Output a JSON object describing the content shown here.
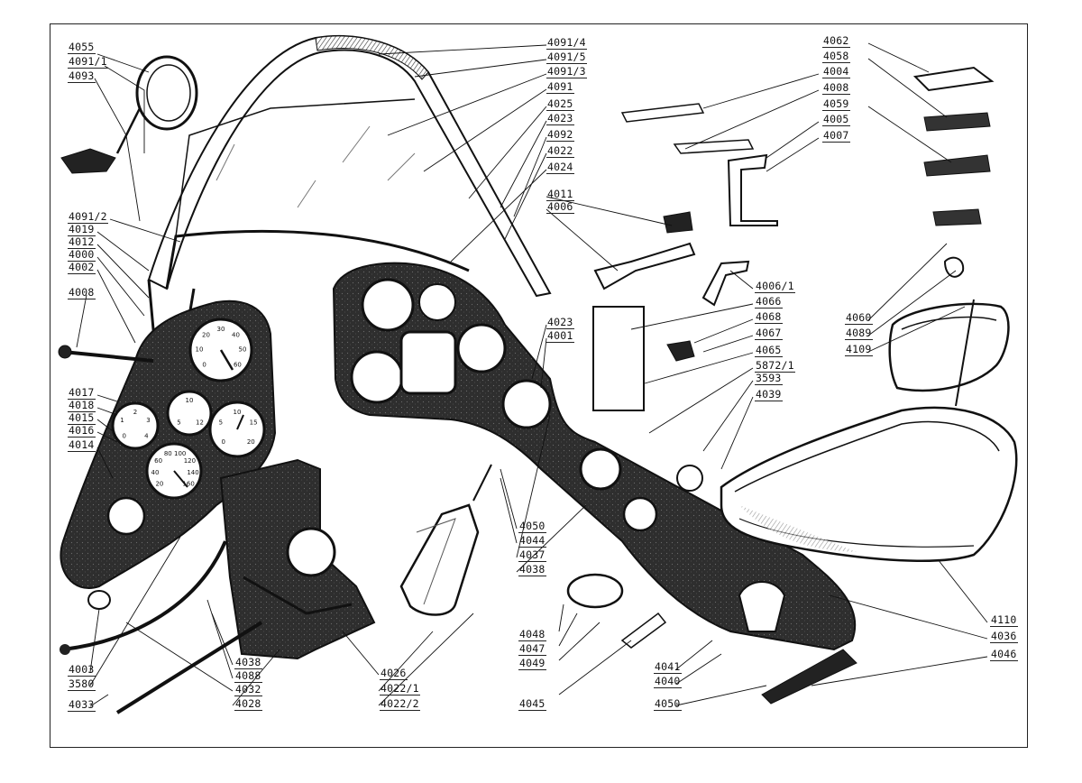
{
  "title": "",
  "components": {
    "canopy": "canopy-windscreen",
    "left_panel": "left-instrument-panel",
    "center_panel": "center-instrument-panel",
    "seat": "seat-cushion",
    "headrest": "headrest",
    "mirror": "rear-view-mirror",
    "gearbox": "control-box",
    "bottle": "oxygen-bottle",
    "bracket_set": "mounting-brackets"
  },
  "labels": [
    {
      "id": "l4055",
      "text": "4055"
    },
    {
      "id": "l4091_1",
      "text": "4091/1"
    },
    {
      "id": "l4093",
      "text": "4093"
    },
    {
      "id": "l4091_2",
      "text": "4091/2"
    },
    {
      "id": "l4019",
      "text": "4019"
    },
    {
      "id": "l4012",
      "text": "4012"
    },
    {
      "id": "l4000",
      "text": "4000"
    },
    {
      "id": "l4002",
      "text": "4002"
    },
    {
      "id": "l4008a",
      "text": "4008"
    },
    {
      "id": "l4017",
      "text": "4017"
    },
    {
      "id": "l4018",
      "text": "4018"
    },
    {
      "id": "l4015",
      "text": "4015"
    },
    {
      "id": "l4016",
      "text": "4016"
    },
    {
      "id": "l4014",
      "text": "4014"
    },
    {
      "id": "l4003",
      "text": "4003"
    },
    {
      "id": "l3580",
      "text": "3580"
    },
    {
      "id": "l4033",
      "text": "4033"
    },
    {
      "id": "l4038a",
      "text": "4038"
    },
    {
      "id": "l4088",
      "text": "4088"
    },
    {
      "id": "l4032",
      "text": "4032"
    },
    {
      "id": "l4028",
      "text": "4028"
    },
    {
      "id": "l4026",
      "text": "4026"
    },
    {
      "id": "l4022_1",
      "text": "4022/1"
    },
    {
      "id": "l4022_2",
      "text": "4022/2"
    },
    {
      "id": "l4091_4",
      "text": "4091/4"
    },
    {
      "id": "l4091_5",
      "text": "4091/5"
    },
    {
      "id": "l4091_3",
      "text": "4091/3"
    },
    {
      "id": "l4091",
      "text": "4091"
    },
    {
      "id": "l4025",
      "text": "4025"
    },
    {
      "id": "l4023a",
      "text": "4023"
    },
    {
      "id": "l4092",
      "text": "4092"
    },
    {
      "id": "l4022",
      "text": "4022"
    },
    {
      "id": "l4024",
      "text": "4024"
    },
    {
      "id": "l4011",
      "text": "4011"
    },
    {
      "id": "l4006",
      "text": "4006"
    },
    {
      "id": "l4023b",
      "text": "4023"
    },
    {
      "id": "l4001",
      "text": "4001"
    },
    {
      "id": "l4050a",
      "text": "4050"
    },
    {
      "id": "l4044",
      "text": "4044"
    },
    {
      "id": "l4037",
      "text": "4037"
    },
    {
      "id": "l4038b",
      "text": "4038"
    },
    {
      "id": "l4048",
      "text": "4048"
    },
    {
      "id": "l4047",
      "text": "4047"
    },
    {
      "id": "l4049",
      "text": "4049"
    },
    {
      "id": "l4045",
      "text": "4045"
    },
    {
      "id": "l4041",
      "text": "4041"
    },
    {
      "id": "l4040",
      "text": "4040"
    },
    {
      "id": "l4050b",
      "text": "4050"
    },
    {
      "id": "l4006_1",
      "text": "4006/1"
    },
    {
      "id": "l4066",
      "text": "4066"
    },
    {
      "id": "l4068",
      "text": "4068"
    },
    {
      "id": "l4067",
      "text": "4067"
    },
    {
      "id": "l4065",
      "text": "4065"
    },
    {
      "id": "l5872_1",
      "text": "5872/1"
    },
    {
      "id": "l3593",
      "text": "3593"
    },
    {
      "id": "l4039",
      "text": "4039"
    },
    {
      "id": "l4062",
      "text": "4062"
    },
    {
      "id": "l4058",
      "text": "4058"
    },
    {
      "id": "l4004",
      "text": "4004"
    },
    {
      "id": "l4008b",
      "text": "4008"
    },
    {
      "id": "l4059",
      "text": "4059"
    },
    {
      "id": "l4005",
      "text": "4005"
    },
    {
      "id": "l4007",
      "text": "4007"
    },
    {
      "id": "l4060",
      "text": "4060"
    },
    {
      "id": "l4089",
      "text": "4089"
    },
    {
      "id": "l4109",
      "text": "4109"
    },
    {
      "id": "l4110",
      "text": "4110"
    },
    {
      "id": "l4036",
      "text": "4036"
    },
    {
      "id": "l4046",
      "text": "4046"
    }
  ],
  "gauge_numbers": {
    "g1": [
      "0",
      "10",
      "20",
      "30",
      "40",
      "50",
      "60"
    ],
    "g2": [
      "0",
      "5",
      "10",
      "15",
      "20"
    ],
    "g3": [
      "20",
      "40",
      "60",
      "80",
      "100",
      "120",
      "140",
      "160"
    ],
    "g4": [
      "0",
      "1",
      "2",
      "3",
      "4"
    ],
    "g5": [
      "5",
      "10",
      "12"
    ]
  },
  "colors": {
    "ink": "#111111",
    "panel": "#2b2b2b",
    "paper": "#ffffff"
  }
}
